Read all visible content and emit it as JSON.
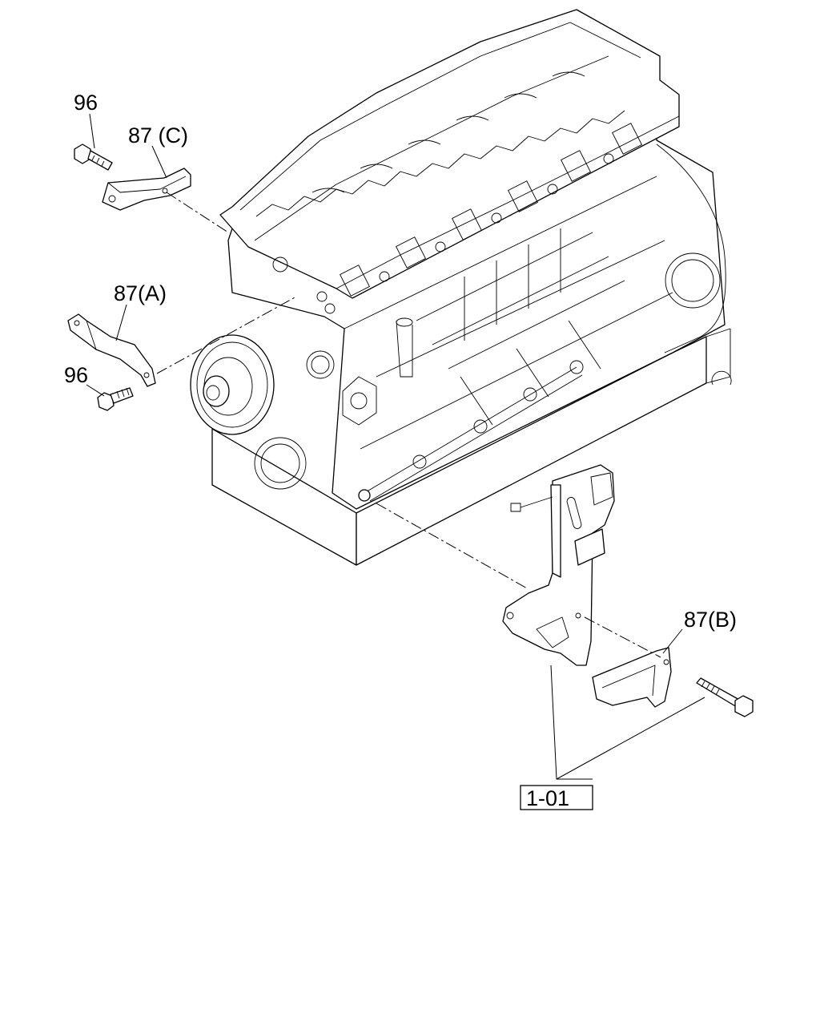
{
  "callouts": {
    "bolt_upper": "96",
    "bracket_c": "87 (C)",
    "bracket_a": "87(A)",
    "bolt_lower": "96",
    "bracket_b": "87(B)",
    "reference_box": "1-01"
  }
}
